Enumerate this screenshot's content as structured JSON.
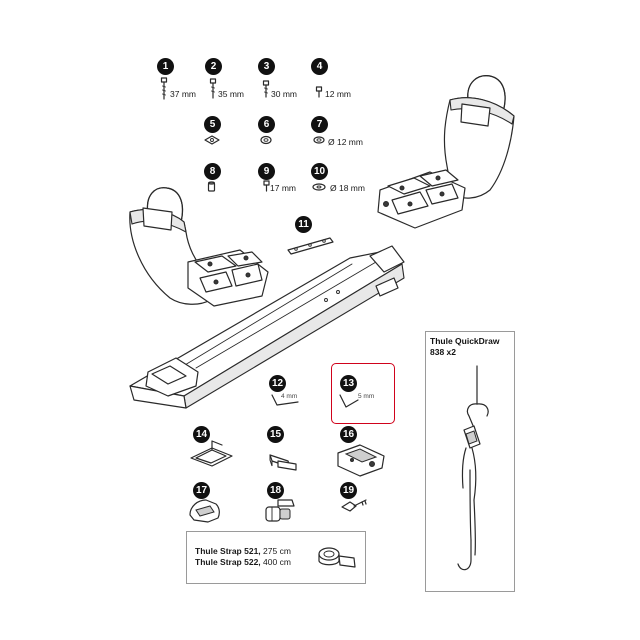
{
  "parts": [
    {
      "id": "1",
      "label": "37 mm"
    },
    {
      "id": "2",
      "label": "35 mm"
    },
    {
      "id": "3",
      "label": "30 mm"
    },
    {
      "id": "4",
      "label": "12 mm"
    },
    {
      "id": "5",
      "label": ""
    },
    {
      "id": "6",
      "label": ""
    },
    {
      "id": "7",
      "label": "Ø 12 mm"
    },
    {
      "id": "8",
      "label": ""
    },
    {
      "id": "9",
      "label": "17 mm"
    },
    {
      "id": "10",
      "label": "Ø 18 mm"
    },
    {
      "id": "11",
      "label": ""
    },
    {
      "id": "12",
      "label": "4 mm"
    },
    {
      "id": "13",
      "label": "5 mm"
    },
    {
      "id": "14",
      "label": ""
    },
    {
      "id": "15",
      "label": ""
    },
    {
      "id": "16",
      "label": ""
    },
    {
      "id": "17",
      "label": ""
    },
    {
      "id": "18",
      "label": ""
    },
    {
      "id": "19",
      "label": ""
    }
  ],
  "strap_box": {
    "line1_name": "Thule Strap 521,",
    "line1_len": " 275 cm",
    "line2_name": "Thule Strap 522,",
    "line2_len": " 400 cm"
  },
  "quickdraw_box": {
    "title_line1": "Thule QuickDraw",
    "title_line2": "838 x2"
  },
  "highlight": {
    "part_id": "13",
    "color": "#d0021b"
  }
}
